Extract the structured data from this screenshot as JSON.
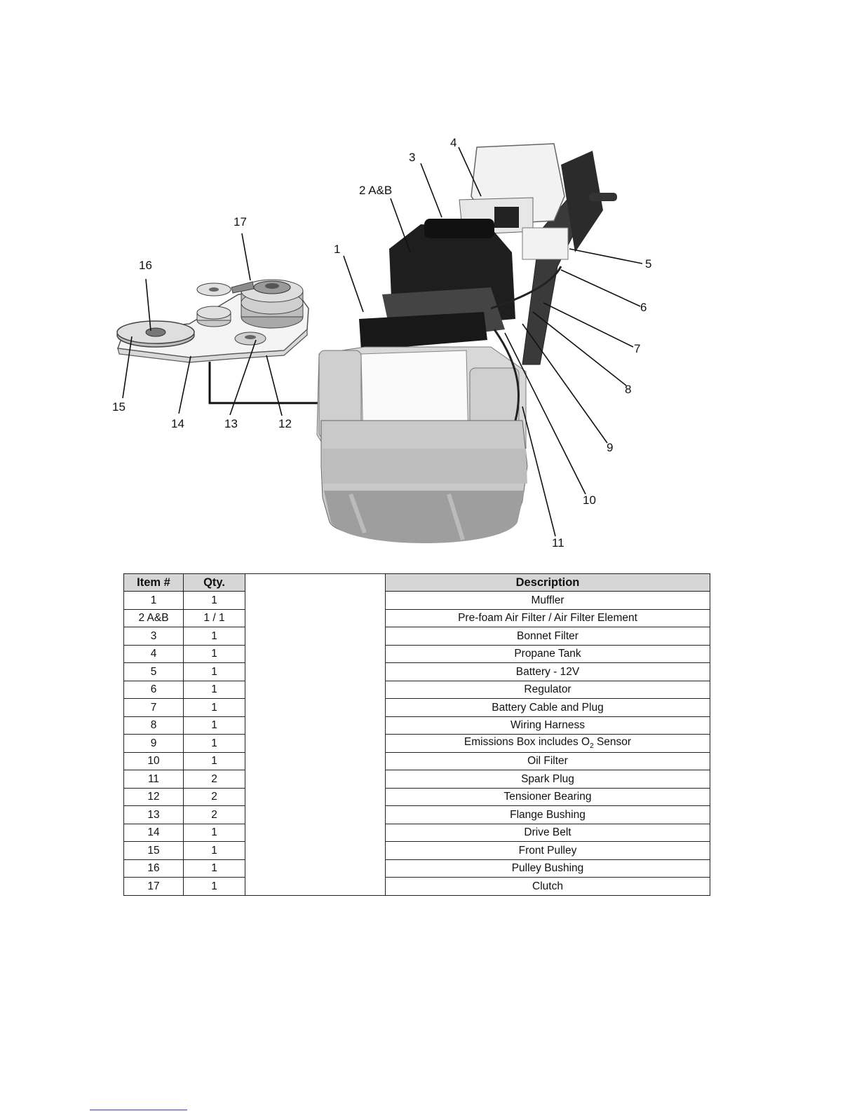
{
  "figure": {
    "callouts": [
      "1",
      "2 A&B",
      "3",
      "4",
      "5",
      "6",
      "7",
      "8",
      "9",
      "10",
      "11",
      "12",
      "13",
      "14",
      "15",
      "16",
      "17"
    ]
  },
  "table": {
    "headers": {
      "item": "Item #",
      "qty": "Qty.",
      "description": "Description"
    },
    "rows": [
      {
        "item": "1",
        "qty": "1",
        "description": "Muffler"
      },
      {
        "item": "2 A&B",
        "qty": "1 / 1",
        "description": "Pre-foam Air Filter / Air Filter Element"
      },
      {
        "item": "3",
        "qty": "1",
        "description": "Bonnet Filter"
      },
      {
        "item": "4",
        "qty": "1",
        "description": "Propane Tank"
      },
      {
        "item": "5",
        "qty": "1",
        "description": "Battery - 12V"
      },
      {
        "item": "6",
        "qty": "1",
        "description": "Regulator"
      },
      {
        "item": "7",
        "qty": "1",
        "description": "Battery Cable and Plug"
      },
      {
        "item": "8",
        "qty": "1",
        "description": "Wiring Harness"
      },
      {
        "item": "9",
        "qty": "1",
        "description": "Emissions Box includes O",
        "description_sub": "2",
        "description_tail": " Sensor"
      },
      {
        "item": "10",
        "qty": "1",
        "description": "Oil Filter"
      },
      {
        "item": "11",
        "qty": "2",
        "description": "Spark Plug"
      },
      {
        "item": "12",
        "qty": "2",
        "description": "Tensioner Bearing"
      },
      {
        "item": "13",
        "qty": "2",
        "description": "Flange Bushing"
      },
      {
        "item": "14",
        "qty": "1",
        "description": "Drive Belt"
      },
      {
        "item": "15",
        "qty": "1",
        "description": "Front Pulley"
      },
      {
        "item": "16",
        "qty": "1",
        "description": "Pulley Bushing"
      },
      {
        "item": "17",
        "qty": "1",
        "description": "Clutch"
      }
    ]
  }
}
